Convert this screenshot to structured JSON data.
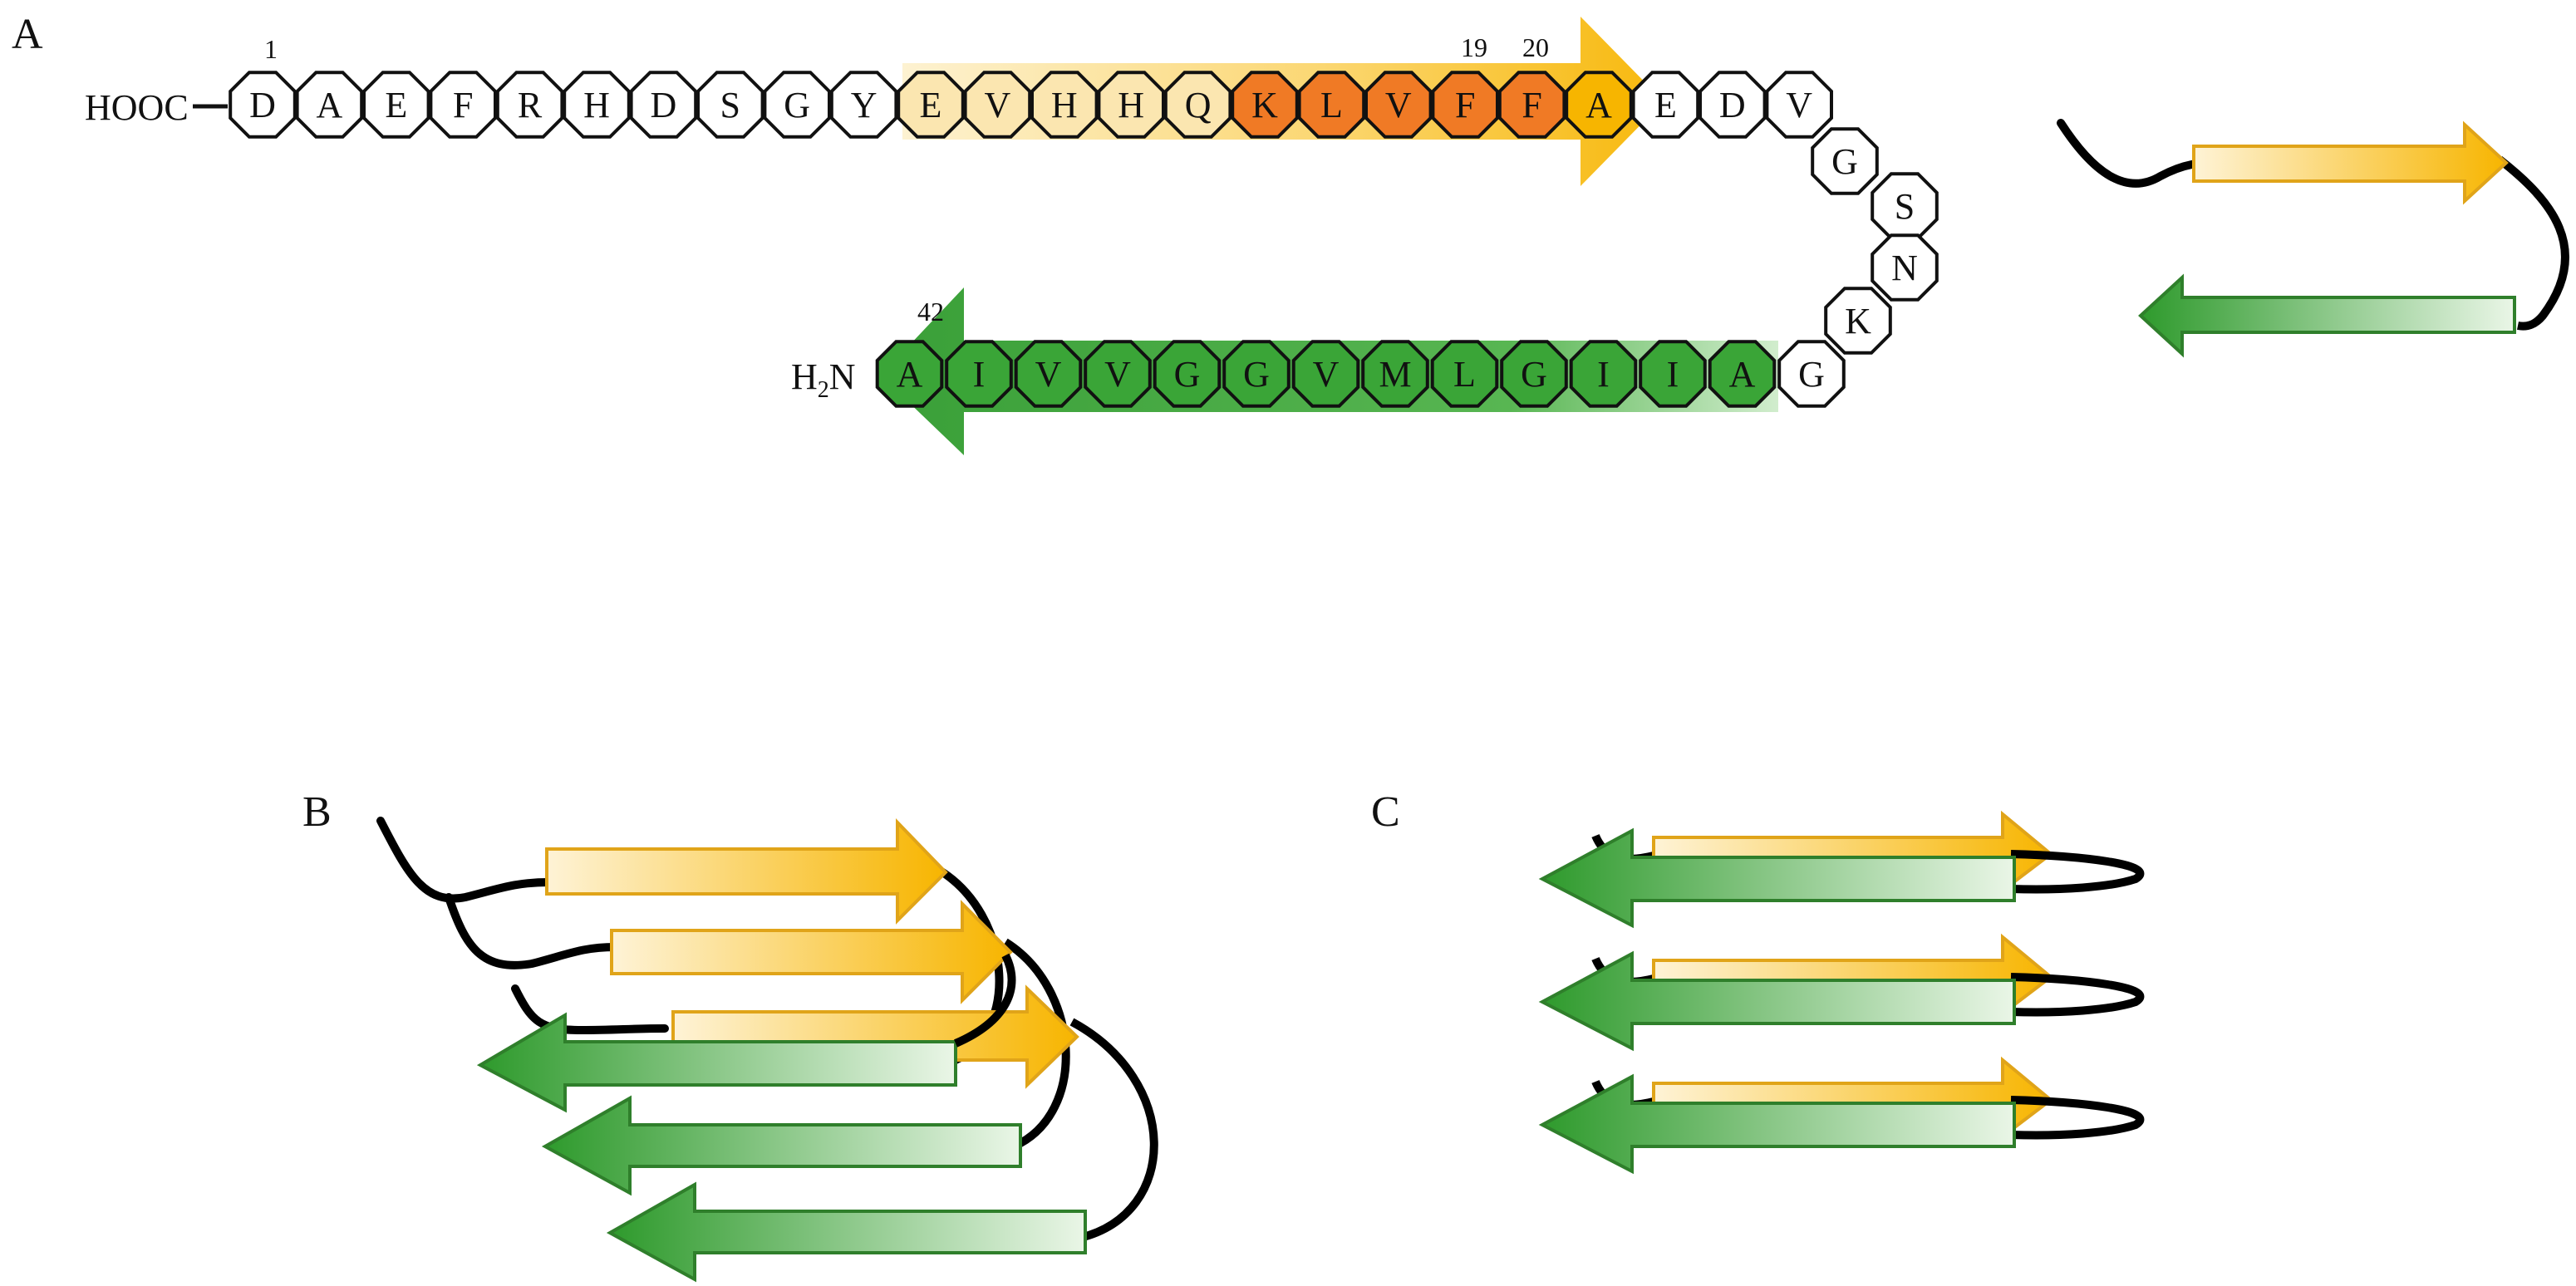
{
  "panels": {
    "a": "A",
    "b": "B",
    "c": "C"
  },
  "terminals": {
    "c_term": "HOOC",
    "n_term_main": "H",
    "n_term_sub": "2",
    "n_term_end": "N"
  },
  "residue_numbers": {
    "first": "1",
    "n19": "19",
    "n20": "20",
    "last": "42"
  },
  "sequence": {
    "top_row": [
      "D",
      "A",
      "E",
      "F",
      "R",
      "H",
      "D",
      "S",
      "G",
      "Y",
      "E",
      "V",
      "H",
      "H",
      "Q",
      "K",
      "L",
      "V",
      "F",
      "F",
      "A",
      "E",
      "D",
      "V"
    ],
    "turn": [
      "G",
      "S",
      "N",
      "K"
    ],
    "bottom_row_right_to_left": [
      "G",
      "A",
      "I",
      "I",
      "G",
      "L",
      "M",
      "V",
      "G",
      "G",
      "V",
      "V",
      "I",
      "A"
    ],
    "top_row_colors": [
      "w",
      "w",
      "w",
      "w",
      "w",
      "w",
      "w",
      "w",
      "w",
      "w",
      "ly",
      "ly",
      "ly",
      "ly",
      "ly",
      "o",
      "o",
      "o",
      "o",
      "o",
      "y",
      "w",
      "w",
      "w"
    ],
    "bottom_row_colors": [
      "w",
      "g",
      "g",
      "g",
      "g",
      "g",
      "g",
      "g",
      "g",
      "g",
      "g",
      "g",
      "g",
      "g"
    ]
  },
  "colors": {
    "white": "#ffffff",
    "light_yellow": "#fbe6b0",
    "orange": "#f07a25",
    "yellow": "#f7b500",
    "green": "#3aa537",
    "outline": "#111111",
    "strand_yellow_edge": "#e0a419",
    "strand_green_edge": "#2f7f2b",
    "loop": "#000000"
  }
}
